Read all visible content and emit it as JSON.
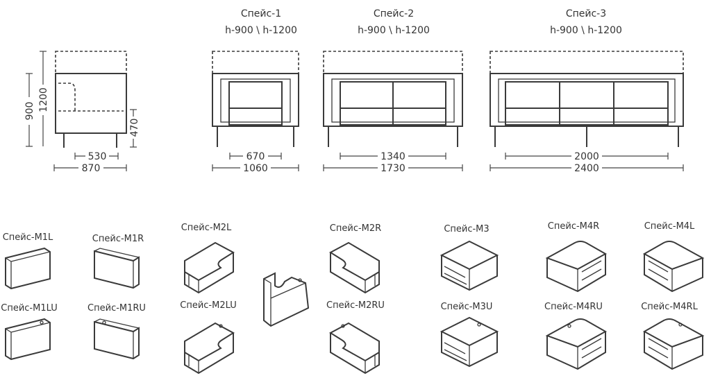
{
  "sofas": [
    {
      "name": "Спейс-1",
      "heights": "h-900 \\ h-1200",
      "inner_width": "670",
      "outer_width": "1060"
    },
    {
      "name": "Спейс-2",
      "heights": "h-900 \\ h-1200",
      "inner_width": "1340",
      "outer_width": "1730"
    },
    {
      "name": "Спейс-3",
      "heights": "h-900 \\ h-1200",
      "inner_width": "2000",
      "outer_width": "2400"
    }
  ],
  "side_view": {
    "height_low": "900",
    "height_high": "1200",
    "seat_height": "470",
    "seat_depth": "530",
    "total_depth": "870"
  },
  "modules": [
    "Спейс-М1L",
    "Спейс-М1R",
    "Спейс-М2L",
    "Спейс-М2R",
    "Спейс-М3",
    "Спейс-М4R",
    "Спейс-М4L",
    "Спейс-М1LU",
    "Спейс-М1RU",
    "Спейс-М2LU",
    "Спейс-М2RU",
    "Спейс-М3U",
    "Спейс-М4RU",
    "Спейс-М4RL"
  ]
}
